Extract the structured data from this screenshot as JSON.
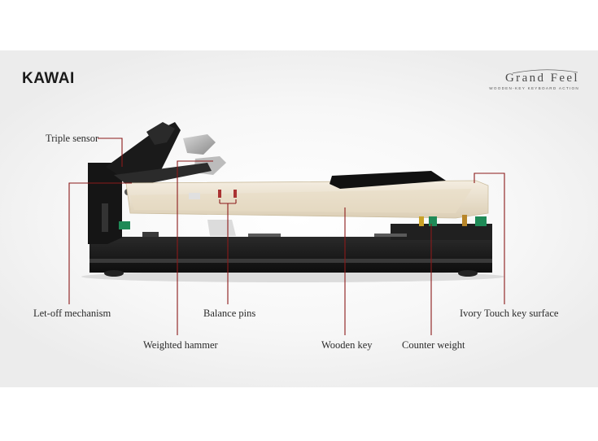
{
  "brand": {
    "kawai": "KAWAI",
    "grand_feel_title": "Grand Feel",
    "grand_feel_subtitle": "WOODEN-KEY  KEYBOARD  ACTION"
  },
  "labels": {
    "triple_sensor": "Triple sensor",
    "let_off": "Let-off mechanism",
    "weighted_hammer": "Weighted hammer",
    "balance_pins": "Balance pins",
    "wooden_key": "Wooden key",
    "counter_weight": "Counter weight",
    "ivory_touch": "Ivory Touch key surface"
  },
  "colors": {
    "leader_line": "#8b1a1a",
    "chassis": "#1c1c1c",
    "wood": "#efe6d4",
    "felt_green": "#1f8a57"
  }
}
